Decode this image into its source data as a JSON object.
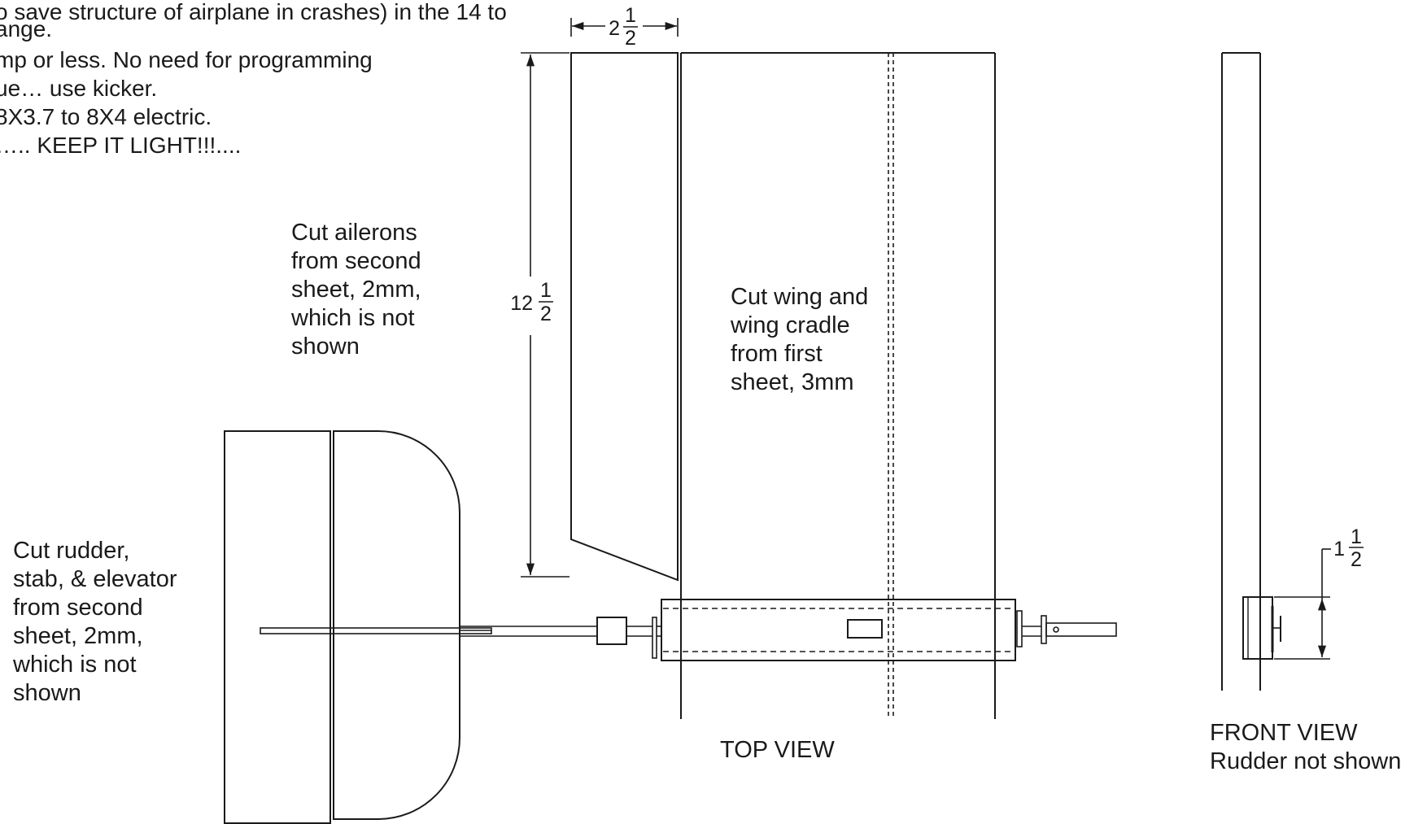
{
  "colors": {
    "ink": "#1a1a1a",
    "background": "#ffffff"
  },
  "notes": [
    "o save structure of airplane in crashes) in the 14 to",
    "ange.",
    "mp or less. No need for programming",
    "ue… use kicker.",
    "8X3.7 to 8X4 electric.",
    "….. KEEP IT LIGHT!!!...."
  ],
  "labels": {
    "ailerons": [
      "Cut ailerons",
      "from second",
      "sheet, 2mm,",
      "which is not",
      "shown"
    ],
    "wing": [
      "Cut wing and",
      "wing cradle",
      "from first",
      "sheet, 3mm"
    ],
    "tail": [
      "Cut rudder,",
      "stab, & elevator",
      "from second",
      "sheet, 2mm,",
      "which is not",
      "shown"
    ],
    "top_view": "TOP VIEW",
    "front_view": [
      "FRONT VIEW",
      "Rudder not shown"
    ]
  },
  "dimensions": {
    "aileron_width": {
      "whole": "2",
      "numerator": "1",
      "denominator": "2"
    },
    "wing_chord": {
      "whole": "12",
      "numerator": "1",
      "denominator": "2"
    },
    "cradle_height": {
      "whole": "1",
      "numerator": "1",
      "denominator": "2"
    }
  }
}
